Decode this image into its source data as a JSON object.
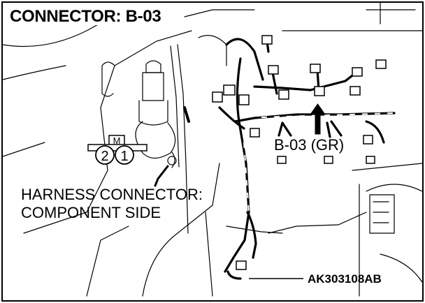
{
  "title": "CONNECTOR: B-03",
  "harness": {
    "line1": "HARNESS CONNECTOR:",
    "line2": "COMPONENT SIDE"
  },
  "connector_label": "B-03 (GR)",
  "diagram_code": "AK303108AB",
  "pins": {
    "marker": "M",
    "pin1": "1",
    "pin2": "2"
  },
  "colors": {
    "line": "#000000",
    "background": "#ffffff"
  }
}
